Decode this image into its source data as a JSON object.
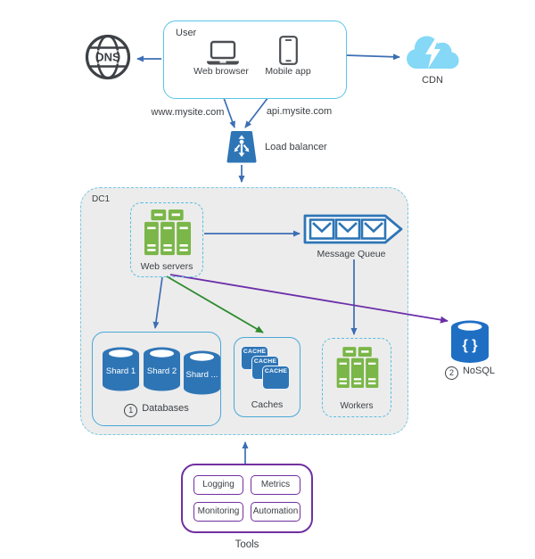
{
  "colors": {
    "arrow_blue": "#3c6eb4",
    "arrow_green": "#2f8b2f",
    "arrow_purple": "#6b2fa8",
    "icon_blue": "#2e75b6",
    "nosql_blue": "#1e6fc4",
    "server_green": "#7ab648",
    "light_blue_border": "#5ac4e8",
    "dc1_border": "#74c8e4",
    "dc1_fill": "#ececec",
    "tools_purple": "#7030a0",
    "cloud_blue": "#85d8f6",
    "dark_icon_gray": "#3d4145"
  },
  "top": {
    "dns_label": "DNS",
    "user": {
      "title": "User",
      "web_browser": "Web browser",
      "mobile_app": "Mobile app"
    },
    "cdn_label": "CDN",
    "www_label": "www.mysite.com",
    "api_label": "api.mysite.com",
    "load_balancer_label": "Load balancer"
  },
  "dc1": {
    "title": "DC1",
    "web_servers_label": "Web servers",
    "message_queue_label": "Message Queue",
    "databases": {
      "shards": [
        "Shard 1",
        "Shard 2",
        "Shard ..."
      ],
      "number": "1",
      "label": "Databases"
    },
    "caches": {
      "cache_items": [
        "CACHE",
        "CACHE",
        "CACHE"
      ],
      "label": "Caches"
    },
    "workers_label": "Workers"
  },
  "nosql": {
    "number": "2",
    "label": "NoSQL",
    "braces": "{ }"
  },
  "tools": {
    "items": [
      "Logging",
      "Metrics",
      "Monitoring",
      "Automation"
    ],
    "label": "Tools"
  }
}
